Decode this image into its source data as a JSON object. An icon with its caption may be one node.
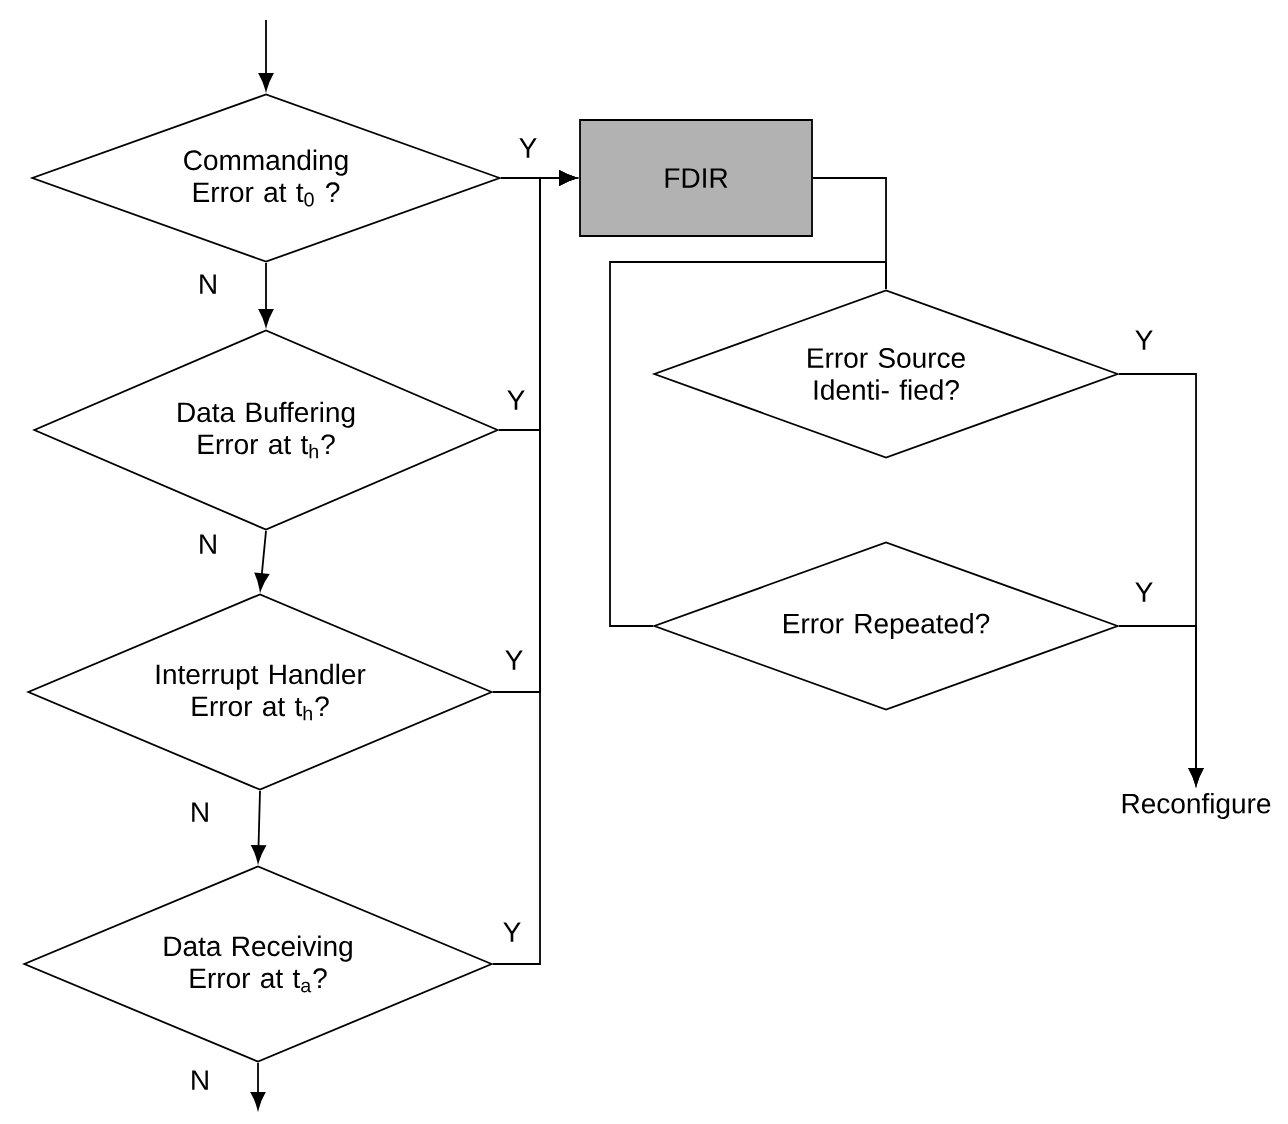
{
  "diagram": {
    "nodes": [
      {
        "text": [
          "Commanding Error at t$_{0}$ ?"
        ]
      },
      {
        "text": [
          "Data Buffering Error at t$_{h}$?"
        ]
      },
      {
        "text": [
          "Interrupt Handler Error at t$_{h}$?"
        ]
      },
      {
        "text": [
          "Data Receiving Error at t$_{a}$?"
        ]
      },
      {
        "text": [
          "FDIR"
        ]
      },
      {
        "text": [
          "Error Source Identi- fied?"
        ]
      },
      {
        "text": [
          "Error Repeated?"
        ]
      },
      {
        "text": [
          "Reconfigure"
        ]
      }
    ],
    "edges": [
      {
        "from": null,
        "to": 0,
        "arrow": "to"
      },
      {
        "from": 0,
        "to": 1,
        "arrow": "to",
        "label": "N"
      },
      {
        "from": 1,
        "to": 2,
        "arrow": "to",
        "label": "N"
      },
      {
        "from": 2,
        "to": 3,
        "arrow": "to",
        "label": "N"
      },
      {
        "from": 3,
        "to": null,
        "arrow": "to",
        "label": "N"
      },
      {
        "from": 0,
        "to": 4,
        "arrow": "to",
        "label": "Y"
      },
      {
        "from": 1,
        "to": 4,
        "arrow": "to",
        "label": "Y"
      },
      {
        "from": 2,
        "to": 4,
        "arrow": "to",
        "label": "Y"
      },
      {
        "from": 3,
        "to": 4,
        "arrow": "to",
        "label": "Y"
      },
      {
        "from": 4,
        "to": 5,
        "arrow": "none"
      },
      {
        "from": 5,
        "to": 7,
        "arrow": "to",
        "label": "Y"
      },
      {
        "from": 6,
        "to": 7,
        "arrow": "to",
        "label": "Y"
      },
      {
        "from": 6,
        "to": 5,
        "arrow": "none"
      }
    ]
  }
}
